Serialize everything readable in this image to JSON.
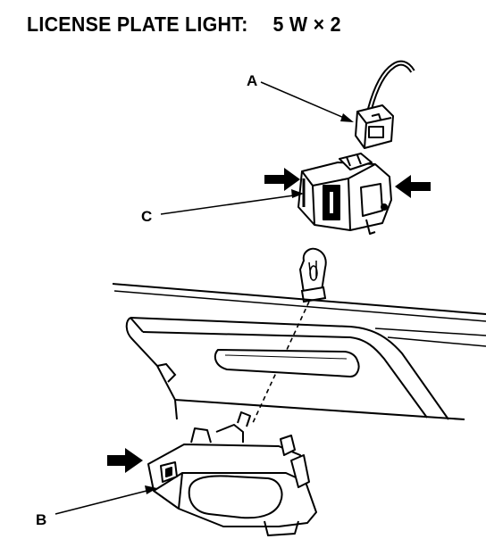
{
  "title": {
    "label": "LICENSE PLATE LIGHT:",
    "spec": "5 W × 2"
  },
  "callouts": {
    "a": "A",
    "b": "B",
    "c": "C"
  }
}
